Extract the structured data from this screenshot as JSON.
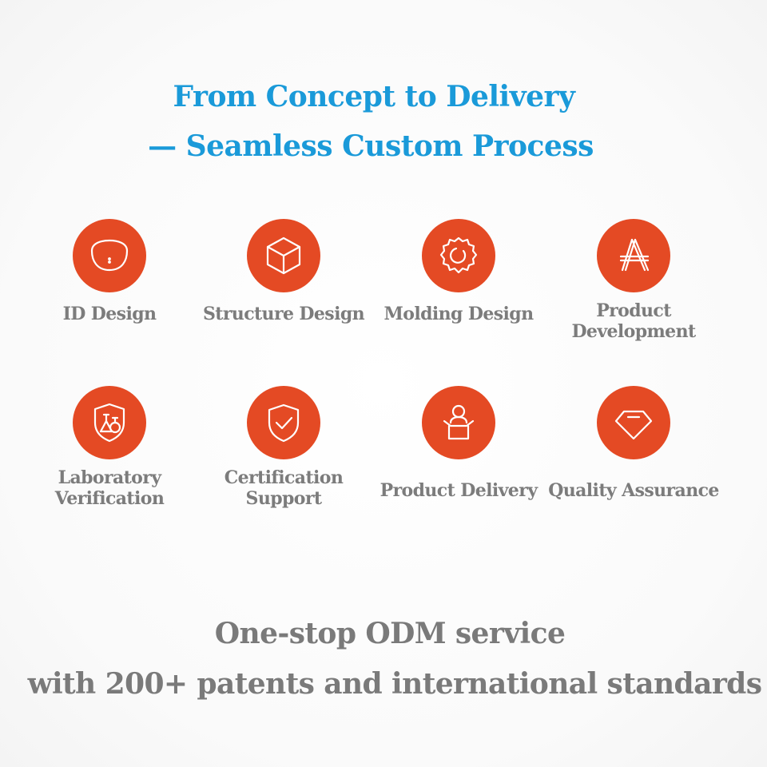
{
  "header": {
    "title_line1": "From Concept to Delivery",
    "title_line2": "— Seamless Custom Process",
    "title_color": "#1a9ad9"
  },
  "accent_color": "#e44a24",
  "steps": [
    {
      "label": "ID Design",
      "icon": "shell-outline-icon"
    },
    {
      "label": "Structure Design",
      "icon": "cube-icon"
    },
    {
      "label": "Molding Design",
      "icon": "gear-icon"
    },
    {
      "label_line1": "Product",
      "label_line2": "Development",
      "icon": "drafting-compass-icon"
    },
    {
      "label_line1": "Laboratory",
      "label_line2": "Verification",
      "icon": "shield-flask-icon"
    },
    {
      "label_line1": "Certification",
      "label_line2": "Support",
      "icon": "shield-check-icon"
    },
    {
      "label": "Product Delivery",
      "icon": "person-box-icon"
    },
    {
      "label": "Quality Assurance",
      "icon": "diamond-icon"
    }
  ],
  "footer": {
    "line1": "One-stop ODM service",
    "line2": "with 200+ patents and international standards"
  }
}
